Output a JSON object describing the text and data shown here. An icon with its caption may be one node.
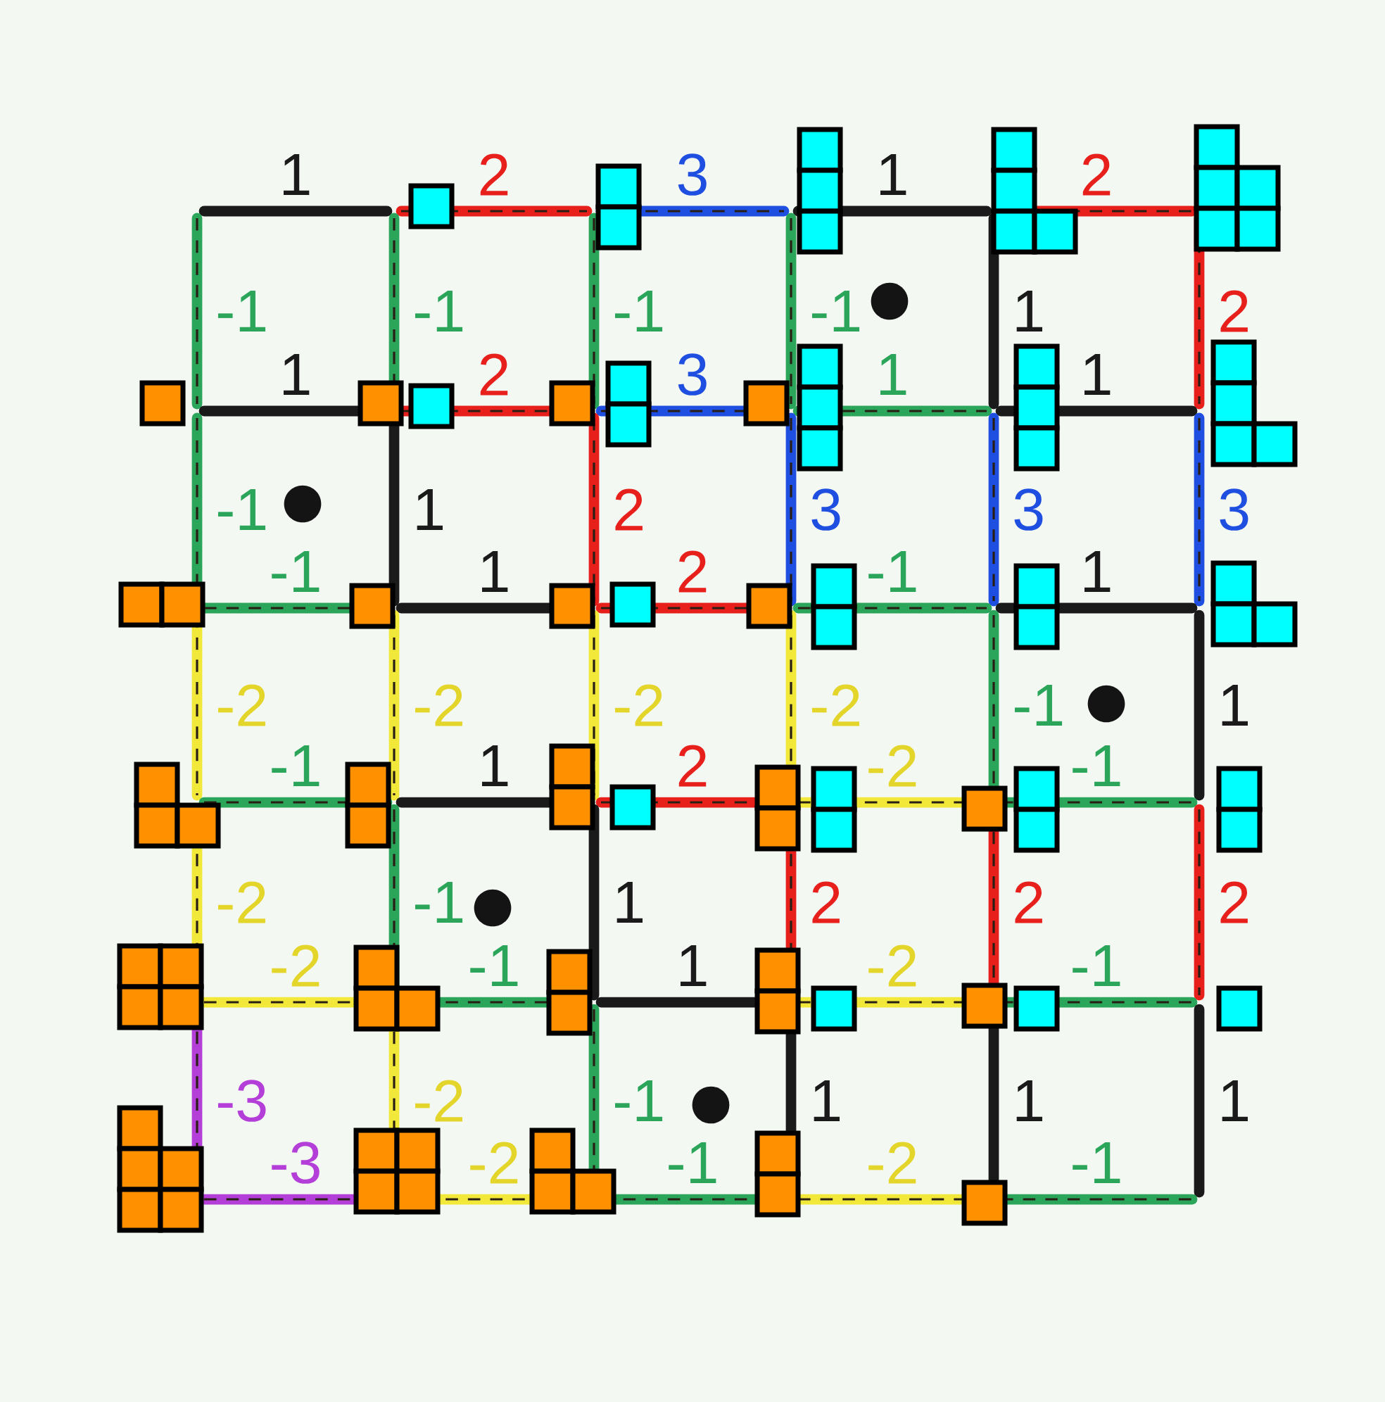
{
  "diagram": {
    "labels": [
      "1",
      "2",
      "3",
      "1",
      "2",
      "-1",
      "-1",
      "-1",
      "-1",
      "1",
      "2",
      "1",
      "2",
      "3",
      "1",
      "1",
      "-1",
      "1",
      "2",
      "3",
      "3",
      "3",
      "-1",
      "1",
      "2",
      "-1",
      "1",
      "-2",
      "-2",
      "-2",
      "-2",
      "-1",
      "1",
      "-1",
      "1",
      "2",
      "-2",
      "-1",
      "-2",
      "-1",
      "1",
      "2",
      "2",
      "2",
      "-2",
      "-1",
      "1",
      "-2",
      "-1",
      "-3",
      "-2",
      "-1",
      "1",
      "1",
      "1",
      "-3",
      "-2",
      "-1",
      "-2",
      "-1"
    ]
  }
}
